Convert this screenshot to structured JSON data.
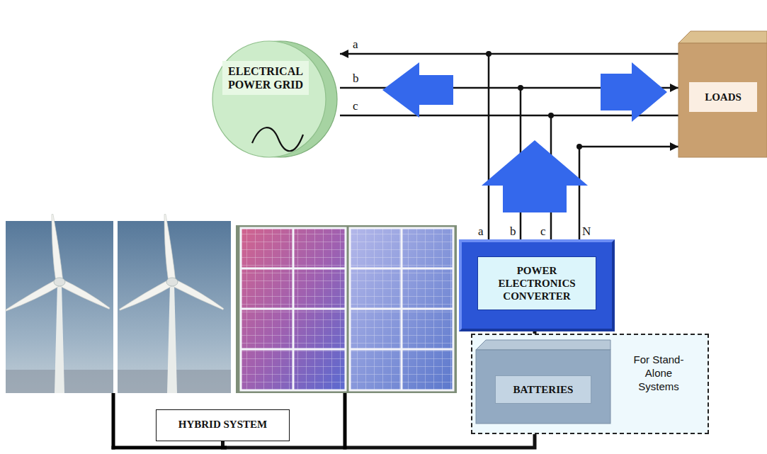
{
  "diagram": {
    "nodes": [
      {
        "text": [
          "ELECTRICAL POWER GRID"
        ]
      },
      {
        "text": [
          "LOADS"
        ]
      },
      {
        "text": [
          "POWER ELECTRONICS CONVERTER"
        ]
      },
      {
        "text": [
          "For Stand-Alone Systems"
        ]
      },
      {
        "text": [
          "BATTERIES"
        ],
        "in": 3
      },
      {
        "text": [
          "HYBRID SYSTEM"
        ]
      }
    ],
    "edges": [
      {
        "from": 0,
        "to": 1,
        "arrow": "to"
      },
      {
        "from": 2,
        "to": 0,
        "arrow": "to"
      },
      {
        "from": 2,
        "to": 1,
        "arrow": "to"
      },
      {
        "from": 2,
        "to": 4,
        "arrow": "none"
      },
      {
        "from": 5,
        "to": 4,
        "arrow": "none"
      }
    ],
    "labels": [
      "a",
      "b",
      "c",
      "a",
      "b",
      "c",
      "N"
    ]
  }
}
